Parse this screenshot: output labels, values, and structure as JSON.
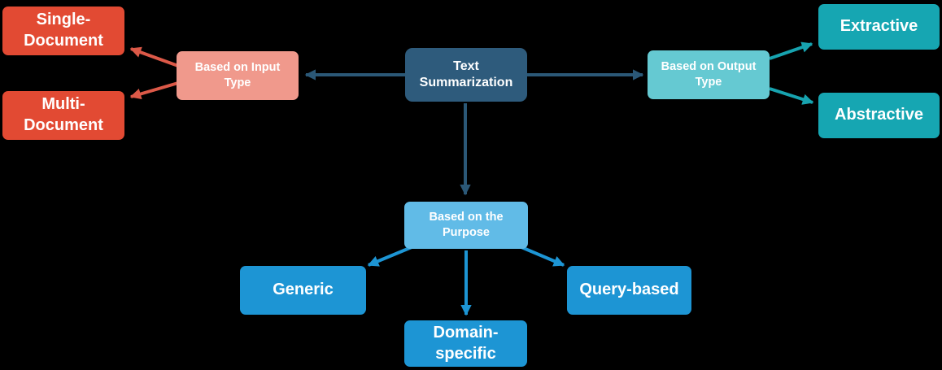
{
  "diagram": {
    "nodes": {
      "root": {
        "label": "Text\nSummarization",
        "color": "#2E5B7C"
      },
      "input_type": {
        "label": "Based on Input\nType",
        "color": "#F0998C"
      },
      "single_document": {
        "label": "Single-\nDocument",
        "color": "#E24A33"
      },
      "multi_document": {
        "label": "Multi-\nDocument",
        "color": "#E24A33"
      },
      "output_type": {
        "label": "Based on Output\nType",
        "color": "#65C9D2"
      },
      "extractive": {
        "label": "Extractive",
        "color": "#16A6B2"
      },
      "abstractive": {
        "label": "Abstractive",
        "color": "#16A6B2"
      },
      "purpose": {
        "label": "Based on the\nPurpose",
        "color": "#61BBE7"
      },
      "generic": {
        "label": "Generic",
        "color": "#1D95D4"
      },
      "domain_specific": {
        "label": "Domain-\nspecific",
        "color": "#1D95D4"
      },
      "query_based": {
        "label": "Query-based",
        "color": "#1D95D4"
      }
    },
    "edges": [
      {
        "from": "root",
        "to": "input_type",
        "color": "#2B5877"
      },
      {
        "from": "root",
        "to": "output_type",
        "color": "#2B5877"
      },
      {
        "from": "root",
        "to": "purpose",
        "color": "#2B5877"
      },
      {
        "from": "input_type",
        "to": "single_document",
        "color": "#DC5948"
      },
      {
        "from": "input_type",
        "to": "multi_document",
        "color": "#DC5948"
      },
      {
        "from": "output_type",
        "to": "extractive",
        "color": "#17A3AF"
      },
      {
        "from": "output_type",
        "to": "abstractive",
        "color": "#17A3AF"
      },
      {
        "from": "purpose",
        "to": "generic",
        "color": "#1D95D4"
      },
      {
        "from": "purpose",
        "to": "domain_specific",
        "color": "#1D95D4"
      },
      {
        "from": "purpose",
        "to": "query_based",
        "color": "#1D95D4"
      }
    ],
    "colors": {
      "background": "#000000",
      "text": "#FFFFFF",
      "root_box": "#2E5B7C",
      "red_box": "#E24A33",
      "salmon_box": "#F0998C",
      "teal_light_box": "#65C9D2",
      "teal_box": "#16A6B2",
      "blue_light_box": "#61BBE7",
      "blue_box": "#1D95D4"
    }
  }
}
